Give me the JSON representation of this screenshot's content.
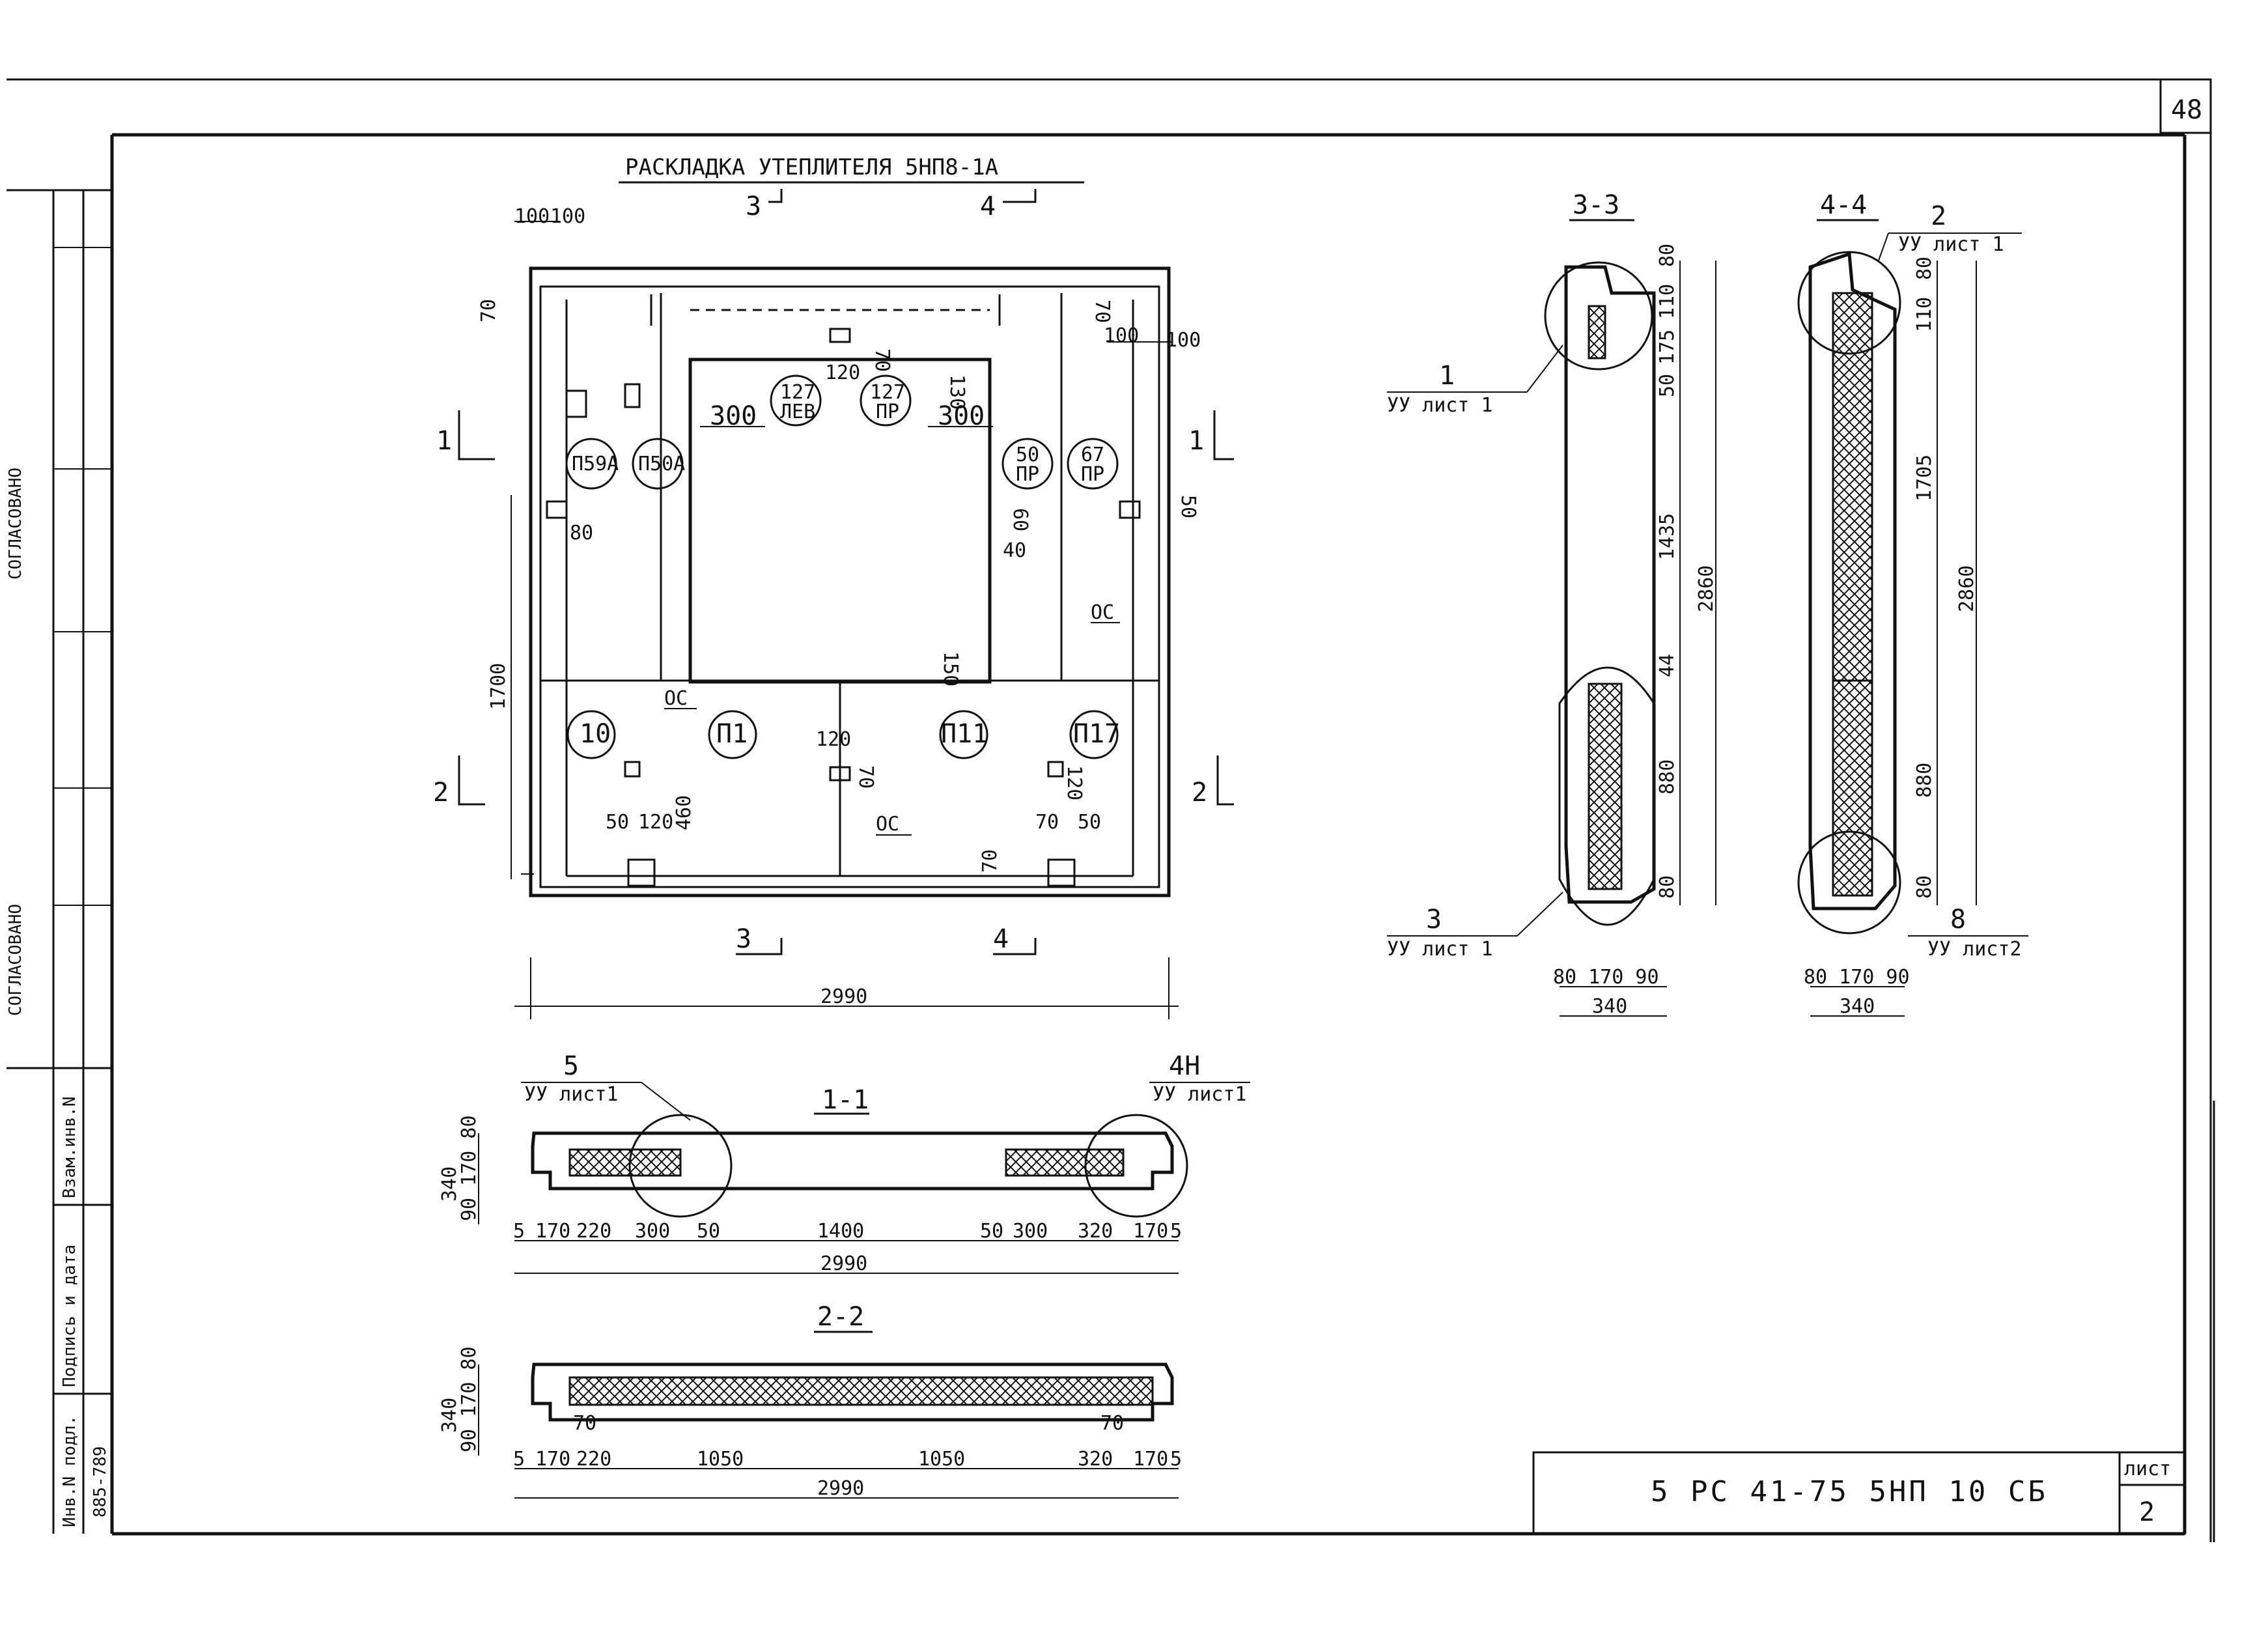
{
  "sheet": {
    "page_corner_number": "48",
    "sheet_label": "лист",
    "sheet_number": "2",
    "stamp_code": "5 РС 41-75 5НП 10 СБ",
    "side_stamp": {
      "agreed": "СОГЛАСОВАНО",
      "agreed2": "СОГЛАСОВАНО",
      "replace": "Взам.инв.N",
      "signature": "Подпись и дата",
      "inv": "Инв.N подл.",
      "inv_number": "885-789"
    }
  },
  "plan": {
    "title": "РАСКЛАДКА УТЕПЛИТЕЛЯ 5НП8-1А",
    "section_marks": {
      "s1": "1",
      "s2": "2",
      "s3": "3",
      "s4": "4"
    },
    "dims": {
      "d100a": "100",
      "d100b": "100",
      "d70a": "70",
      "d70b": "70",
      "d70c": "70",
      "d100c": "100",
      "d100d": "100",
      "d120": "120",
      "d130": "130",
      "d300a": "300",
      "d300b": "300",
      "d50": "50",
      "d80": "80",
      "d40": "40",
      "d60": "60",
      "d1700": "1700",
      "d150": "150",
      "d120b": "120",
      "d70d": "70",
      "d120c": "120",
      "d50b": "50",
      "d120d": "120",
      "d460": "460",
      "d70e": "70",
      "d50c": "50",
      "d70f": "70",
      "d2990": "2990"
    },
    "panels": {
      "p59a": "П59А",
      "p50a": "П50А",
      "p127lev": "127",
      "p127lev_sub": "ЛЕВ",
      "p127pr": "127",
      "p127pr_sub": "ПР",
      "p50pr": "50",
      "p50pr_sub": "ПР",
      "p67pr": "67",
      "p67pr_sub": "ПР",
      "p10": "10",
      "p1": "П1",
      "p11": "П11",
      "p17": "П17",
      "os1": "ОС",
      "os2": "ОС",
      "os3": "ОС"
    }
  },
  "section11": {
    "title": "1-1",
    "node_left_num": "5",
    "node_left_ref": "УУ лист1",
    "node_right_num": "4Н",
    "node_right_ref": "УУ лист1",
    "height": "340",
    "h_parts": "90 170 80",
    "dims": [
      "5",
      "170",
      "220",
      "300",
      "50",
      "1400",
      "50",
      "300",
      "320",
      "170",
      "5"
    ],
    "total": "2990"
  },
  "section22": {
    "title": "2-2",
    "height": "340",
    "h_parts": "90 170 80",
    "inner_left": "70",
    "inner_right": "70",
    "dims": [
      "5",
      "170",
      "220",
      "1050",
      "1050",
      "320",
      "170",
      "5"
    ],
    "total": "2990"
  },
  "section33": {
    "title": "3-3",
    "node_top_num": "1",
    "node_top_ref": "УУ лист 1",
    "node_bottom_num": "3",
    "node_bottom_ref": "УУ лист 1",
    "v_dims": [
      "80",
      "110",
      "175",
      "50",
      "1435",
      "44",
      "880",
      "80"
    ],
    "v_total": "2860",
    "h_parts": "80 170 90",
    "h_total": "340"
  },
  "section44": {
    "title": "4-4",
    "node_top_num": "2",
    "node_top_ref": "УУ лист 1",
    "node_bottom_num": "8",
    "node_bottom_ref": "УУ лист2",
    "v_dims": [
      "110",
      "80",
      "1705",
      "880",
      "80"
    ],
    "v_total": "2860",
    "h_parts": "80 170 90",
    "h_total": "340"
  }
}
